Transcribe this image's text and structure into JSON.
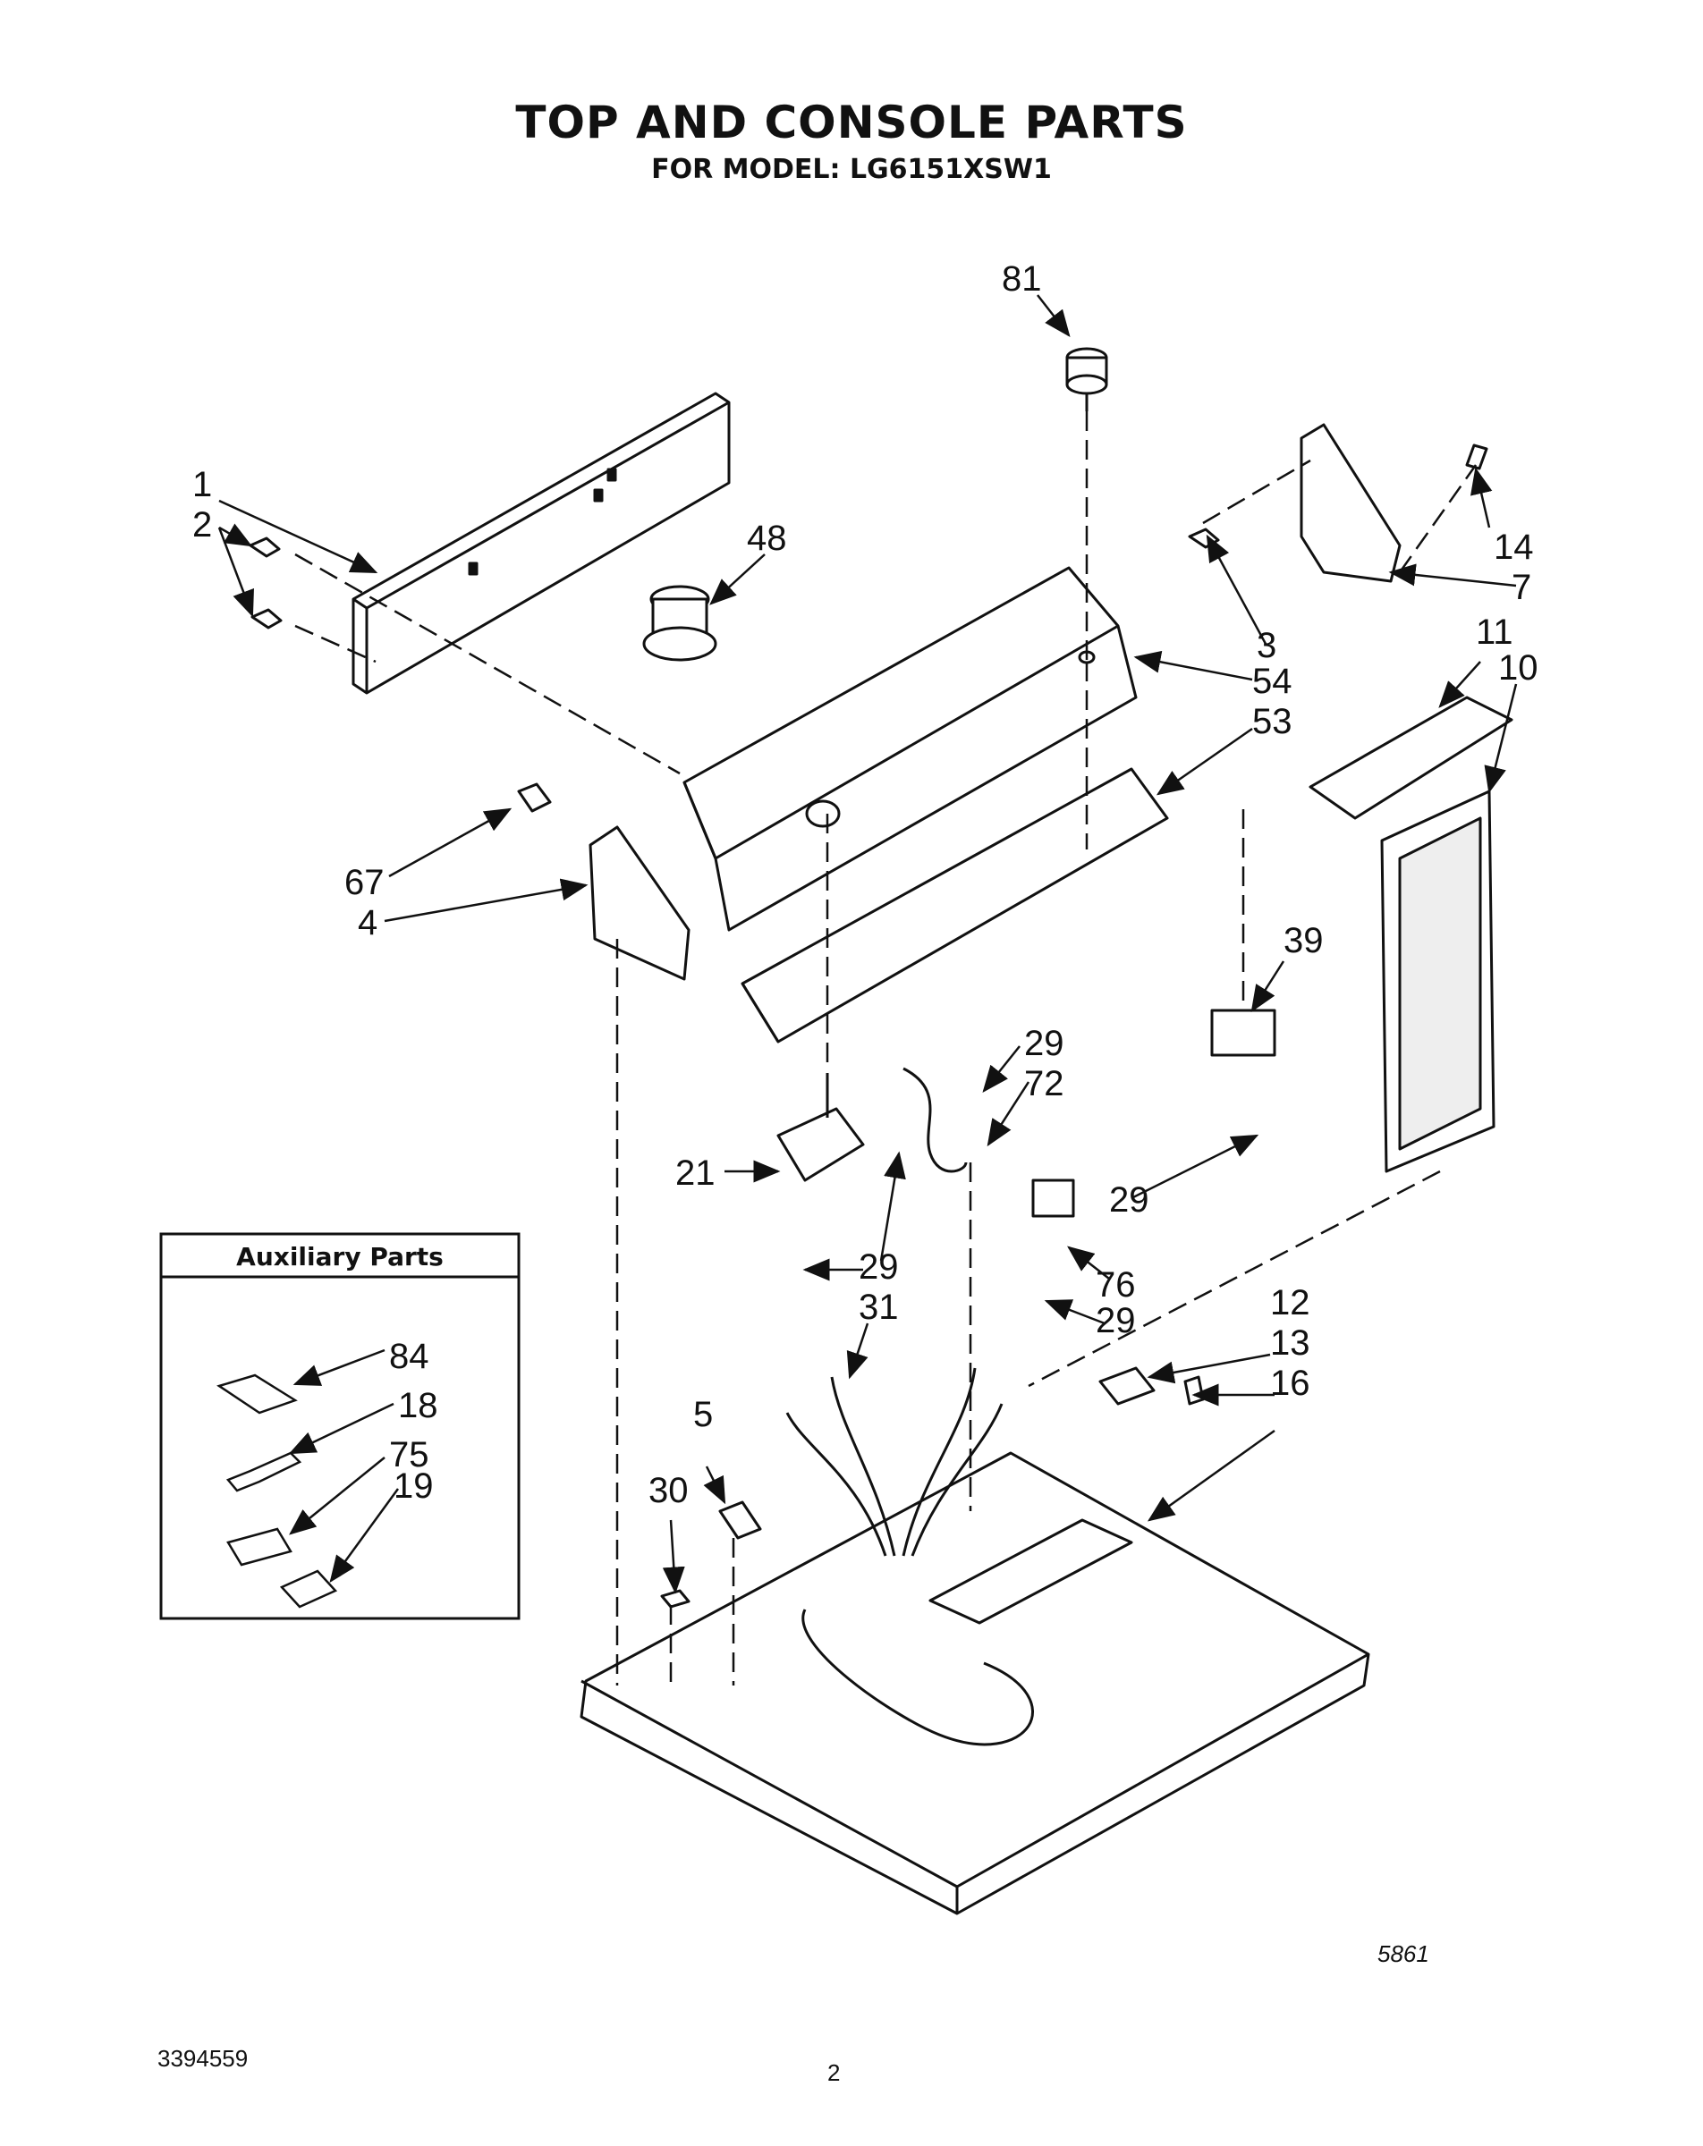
{
  "header": {
    "title": "TOP AND CONSOLE PARTS",
    "subtitle": "FOR MODEL: LG6151XSW1"
  },
  "callouts": [
    {
      "id": "c81",
      "label": "81"
    },
    {
      "id": "c1",
      "label": "1"
    },
    {
      "id": "c2",
      "label": "2"
    },
    {
      "id": "c48",
      "label": "48"
    },
    {
      "id": "c14",
      "label": "14"
    },
    {
      "id": "c7",
      "label": "7"
    },
    {
      "id": "c3",
      "label": "3"
    },
    {
      "id": "c54",
      "label": "54"
    },
    {
      "id": "c53",
      "label": "53"
    },
    {
      "id": "c11",
      "label": "11"
    },
    {
      "id": "c10",
      "label": "10"
    },
    {
      "id": "c67",
      "label": "67"
    },
    {
      "id": "c4",
      "label": "4"
    },
    {
      "id": "c39",
      "label": "39"
    },
    {
      "id": "c29a",
      "label": "29"
    },
    {
      "id": "c72",
      "label": "72"
    },
    {
      "id": "c21",
      "label": "21"
    },
    {
      "id": "c29b",
      "label": "29"
    },
    {
      "id": "c29c",
      "label": "29"
    },
    {
      "id": "c76",
      "label": "76"
    },
    {
      "id": "c29d",
      "label": "29"
    },
    {
      "id": "c12",
      "label": "12"
    },
    {
      "id": "c31",
      "label": "31"
    },
    {
      "id": "c13",
      "label": "13"
    },
    {
      "id": "c16",
      "label": "16"
    },
    {
      "id": "c5",
      "label": "5"
    },
    {
      "id": "c30",
      "label": "30"
    },
    {
      "id": "c84",
      "label": "84"
    },
    {
      "id": "c18",
      "label": "18"
    },
    {
      "id": "c75",
      "label": "75"
    },
    {
      "id": "c19",
      "label": "19"
    }
  ],
  "auxiliary": {
    "title": "Auxiliary  Parts"
  },
  "footer": {
    "drawing_number": "5861",
    "doc_number": "3394559",
    "page_number": "2"
  }
}
